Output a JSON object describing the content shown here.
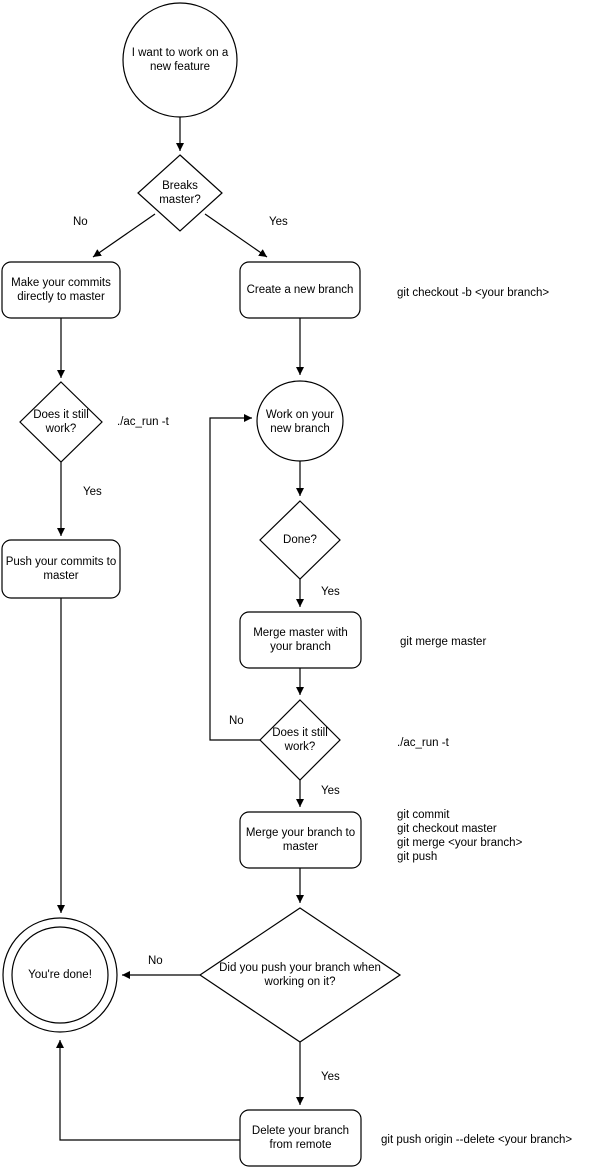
{
  "diagram_type": "flowchart",
  "colors": {
    "stroke": "#000000",
    "fill": "#ffffff",
    "text": "#000000"
  },
  "nodes": {
    "start": {
      "label": "I want to work on a new feature",
      "shape": "circle"
    },
    "breaks_master": {
      "label": "Breaks master?",
      "shape": "diamond"
    },
    "make_commits": {
      "label": "Make your commits directly to master",
      "shape": "rounded-rect"
    },
    "create_branch": {
      "label": "Create a new branch",
      "shape": "rounded-rect"
    },
    "does_it_still_work_left": {
      "label": "Does it still work?",
      "shape": "diamond"
    },
    "work_on_branch": {
      "label": "Work on your new branch",
      "shape": "circle"
    },
    "push_commits": {
      "label": "Push your commits to master",
      "shape": "rounded-rect"
    },
    "done_question": {
      "label": "Done?",
      "shape": "diamond"
    },
    "merge_master_with_branch": {
      "label": "Merge master with your branch",
      "shape": "rounded-rect"
    },
    "does_it_still_work_right": {
      "label": "Does it still work?",
      "shape": "diamond"
    },
    "merge_branch_to_master": {
      "label": "Merge your branch to master",
      "shape": "rounded-rect"
    },
    "did_you_push": {
      "label": "Did you push your branch when working on it?",
      "shape": "diamond"
    },
    "youre_done": {
      "label": "You're done!",
      "shape": "double-circle"
    },
    "delete_branch_remote": {
      "label": "Delete your branch from remote",
      "shape": "rounded-rect"
    }
  },
  "edge_labels": {
    "breaks_no": "No",
    "breaks_yes": "Yes",
    "left_work_yes": "Yes",
    "done_yes": "Yes",
    "right_work_no": "No",
    "right_work_yes": "Yes",
    "push_no": "No",
    "push_yes": "Yes"
  },
  "annotations": {
    "checkout_branch": "git checkout -b <your branch>",
    "ac_run_left": "./ac_run -t",
    "merge_master": "git merge master",
    "ac_run_right": "./ac_run -t",
    "merge_commands": "git commit\ngit checkout master\ngit merge <your branch>\ngit push",
    "delete_remote": "git push origin --delete <your branch>"
  }
}
